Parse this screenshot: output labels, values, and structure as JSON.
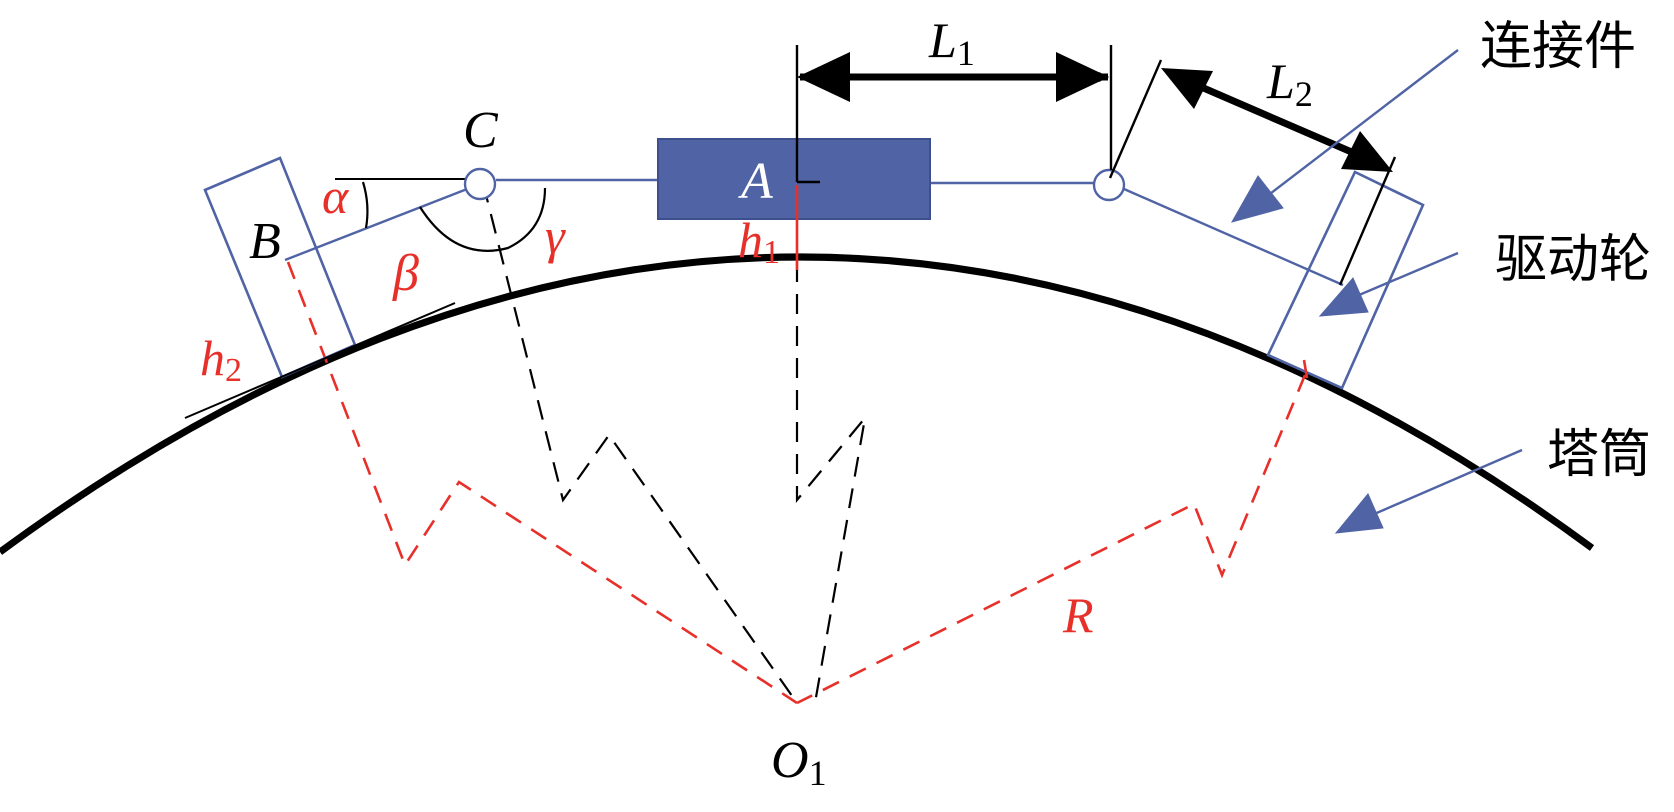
{
  "colors": {
    "ink": "#000000",
    "blue": "#5064a5",
    "blue_fill": "#5064a5",
    "red": "#e8302a",
    "white": "#ffffff"
  },
  "labels": {
    "L1": {
      "main": "L",
      "sub": "1"
    },
    "L2": {
      "main": "L",
      "sub": "2"
    },
    "C": "C",
    "A": "A",
    "B": "B",
    "alpha": "α",
    "beta": "β",
    "gamma": "γ",
    "h1": {
      "main": "h",
      "sub": "1"
    },
    "h2": {
      "main": "h",
      "sub": "2"
    },
    "R": "R",
    "O1": {
      "main": "O",
      "sub": "1"
    }
  },
  "callouts": {
    "connector": "连接件",
    "drive_wheel": "驱动轮",
    "tower": "塔筒"
  }
}
